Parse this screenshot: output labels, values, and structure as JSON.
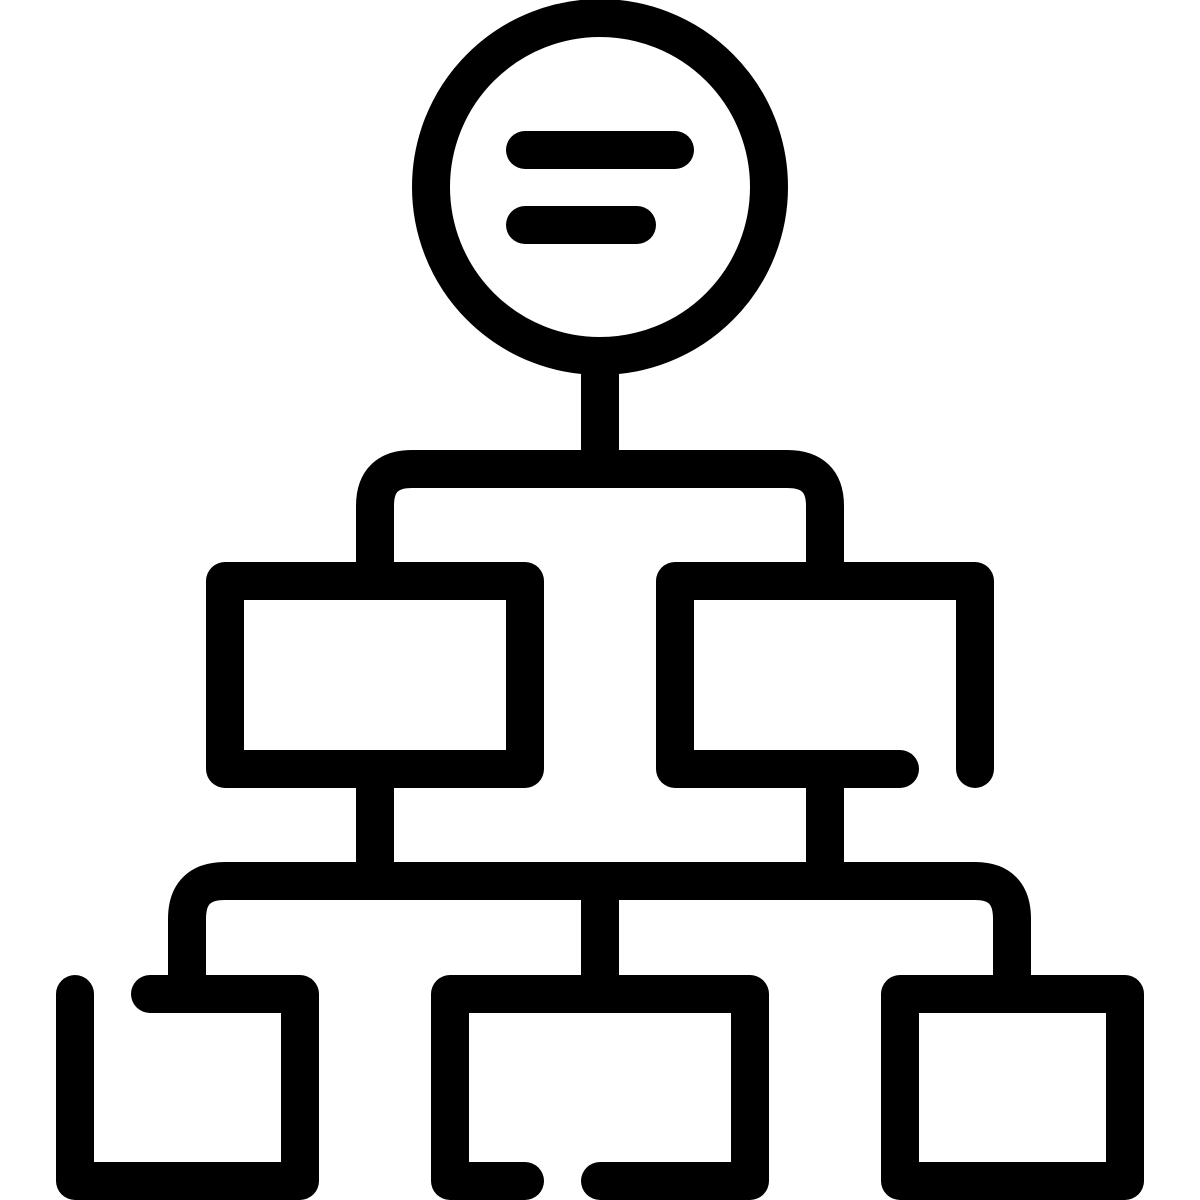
{
  "icon": {
    "name": "hierarchy-structure-icon",
    "stroke_color": "#000000",
    "background_color": "#ffffff",
    "root": {
      "shape": "circle",
      "inner_lines": 2
    },
    "level_1_boxes": 2,
    "level_2_boxes": 3
  }
}
